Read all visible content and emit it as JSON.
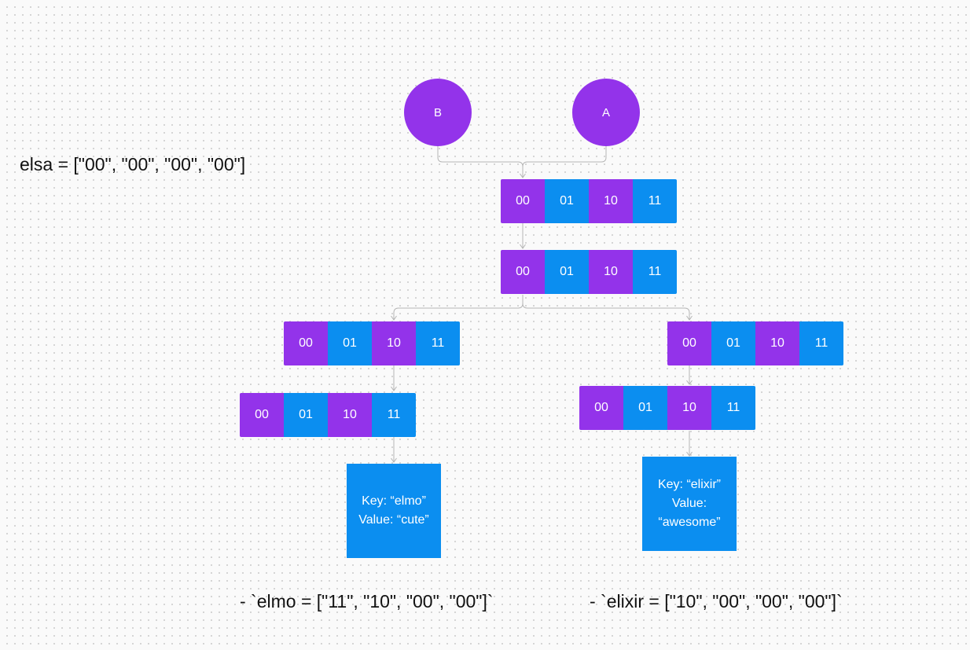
{
  "colors": {
    "purple": "#9333ea",
    "blue": "#0b8ef0",
    "connector": "#b5b5b5"
  },
  "nodes": {
    "b": "B",
    "a": "A"
  },
  "arrays": {
    "level1": [
      "00",
      "01",
      "10",
      "11"
    ],
    "level2": [
      "00",
      "01",
      "10",
      "11"
    ],
    "level3_left": [
      "00",
      "01",
      "10",
      "11"
    ],
    "level3_right": [
      "00",
      "01",
      "10",
      "11"
    ],
    "level4_left": [
      "00",
      "01",
      "10",
      "11"
    ],
    "level4_right": [
      "00",
      "01",
      "10",
      "11"
    ]
  },
  "leaves": {
    "elmo": {
      "key": "Key: “elmo”",
      "value": "Value: “cute”"
    },
    "elixir": {
      "key": "Key: “elixir”",
      "value_label": "Value:",
      "value": "“awesome”"
    }
  },
  "labels": {
    "elsa": "elsa = [\"00\", \"00\", \"00\", \"00\"]",
    "elmo": "- `elmo = [\"11\", \"10\", \"00\", \"00\"]`",
    "elixir": "- `elixir = [\"10\", \"00\", \"00\", \"00\"]`"
  }
}
